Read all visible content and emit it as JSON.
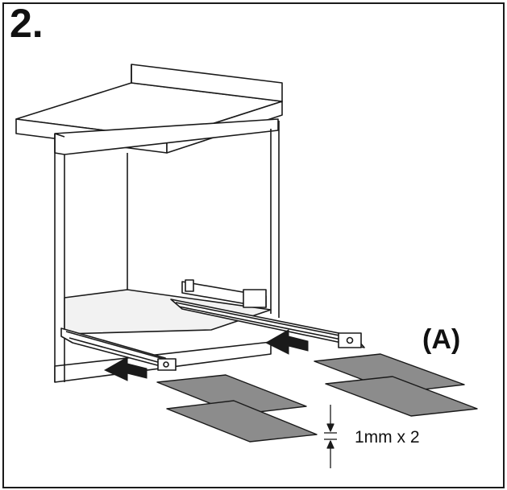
{
  "step": {
    "number": "2."
  },
  "callout": {
    "label": "(A)"
  },
  "dimension": {
    "text": "1mm x 2"
  },
  "colors": {
    "line": "#1a1a1a",
    "shim_fill": "#8c8c8c",
    "shading": "#d9d9d9",
    "background": "#ffffff"
  },
  "icons": [
    "arrow-left-icon",
    "dimension-marker-icon"
  ]
}
